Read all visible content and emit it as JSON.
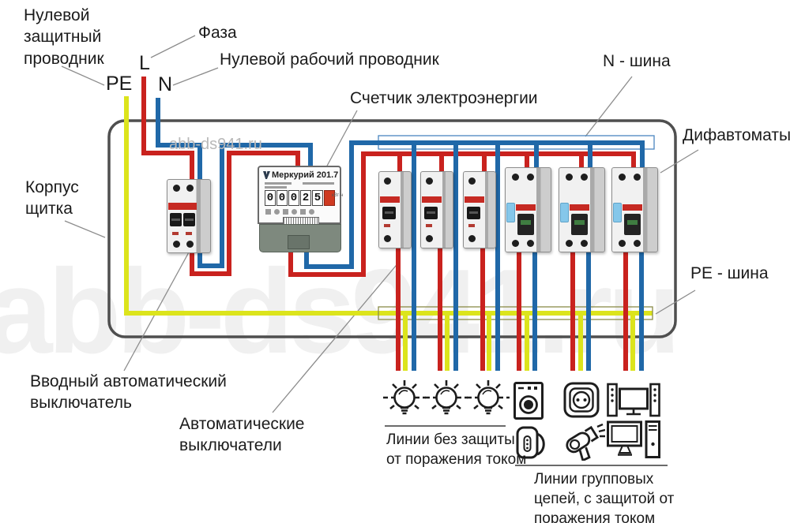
{
  "labels": {
    "pe_conductor": "Нулевой защитный проводник",
    "phase": "Фаза",
    "n_conductor": "Нулевой рабочий проводник",
    "meter": "Счетчик электроэнергии",
    "n_bus": "N - шина",
    "difavtomats": "Дифавтоматы",
    "enclosure": "Корпус щитка",
    "pe_bus": "PE - шина",
    "input_breaker": "Вводный автоматический выключатель",
    "breakers": "Автоматические выключатели",
    "unprotected_lines": "Линии без защиты от поражения током",
    "protected_lines": "Линии групповых цепей, с защитой от поражения током"
  },
  "terminals": {
    "pe": "PE",
    "phase": "L",
    "neutral": "N"
  },
  "meter": {
    "brand": "Меркурий 201.7",
    "digits": [
      "0",
      "0",
      "0",
      "2",
      "5"
    ]
  },
  "watermarks": {
    "small": "abb-ds941.ru",
    "large": "abb-ds941.ru"
  },
  "colors": {
    "wire_phase": "#c9221e",
    "wire_neutral": "#2068a8",
    "wire_pe": "#dce41c",
    "panel_border": "#4f4f4f",
    "n_bus_box": "#4a86c0",
    "pe_bus_box": "#8a8c48"
  },
  "load_icons": [
    "lamp",
    "lamp",
    "lamp",
    "washing-machine",
    "socket",
    "home-theater",
    "kettle",
    "hair-dryer",
    "computer"
  ]
}
